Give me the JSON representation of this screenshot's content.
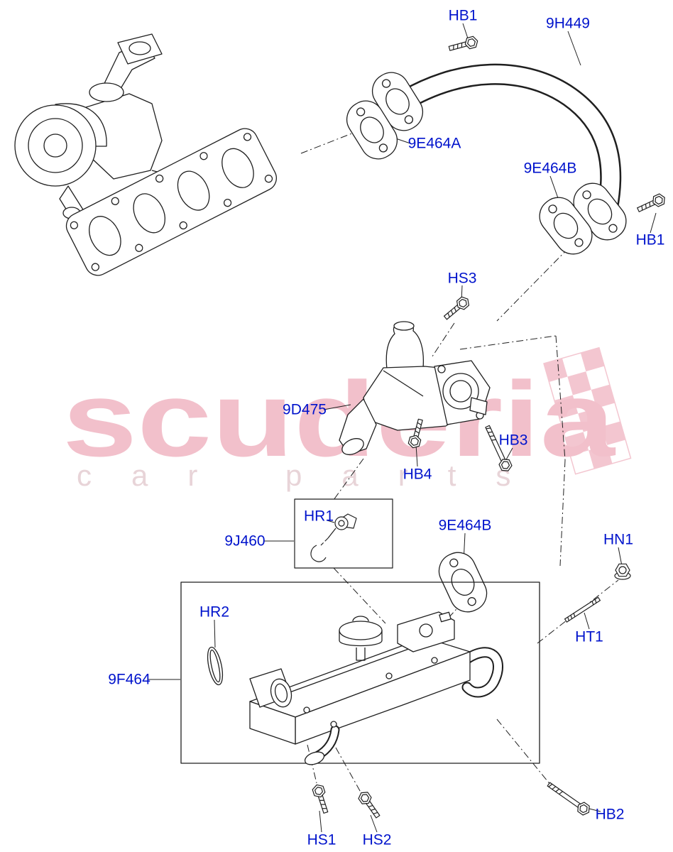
{
  "watermark": {
    "line1": "scuderia",
    "line2": "car parts"
  },
  "colors": {
    "label_blue": "#0013cc",
    "line_black": "#1f1f1f",
    "watermark_pink": "#f2c0cb",
    "watermark_gray": "#e8d4d8"
  },
  "labels": [
    {
      "id": "HB1-top",
      "text": "HB1"
    },
    {
      "id": "9H449",
      "text": "9H449"
    },
    {
      "id": "9E464A",
      "text": "9E464A"
    },
    {
      "id": "9E464B-top",
      "text": "9E464B"
    },
    {
      "id": "HB1-right",
      "text": "HB1"
    },
    {
      "id": "HS3",
      "text": "HS3"
    },
    {
      "id": "9D475",
      "text": "9D475"
    },
    {
      "id": "HB4",
      "text": "HB4"
    },
    {
      "id": "HB3",
      "text": "HB3"
    },
    {
      "id": "HR1",
      "text": "HR1"
    },
    {
      "id": "9J460",
      "text": "9J460"
    },
    {
      "id": "9E464B-mid",
      "text": "9E464B"
    },
    {
      "id": "HN1",
      "text": "HN1"
    },
    {
      "id": "HT1",
      "text": "HT1"
    },
    {
      "id": "HR2",
      "text": "HR2"
    },
    {
      "id": "9F464",
      "text": "9F464"
    },
    {
      "id": "HB2",
      "text": "HB2"
    },
    {
      "id": "HS1",
      "text": "HS1"
    },
    {
      "id": "HS2",
      "text": "HS2"
    }
  ]
}
